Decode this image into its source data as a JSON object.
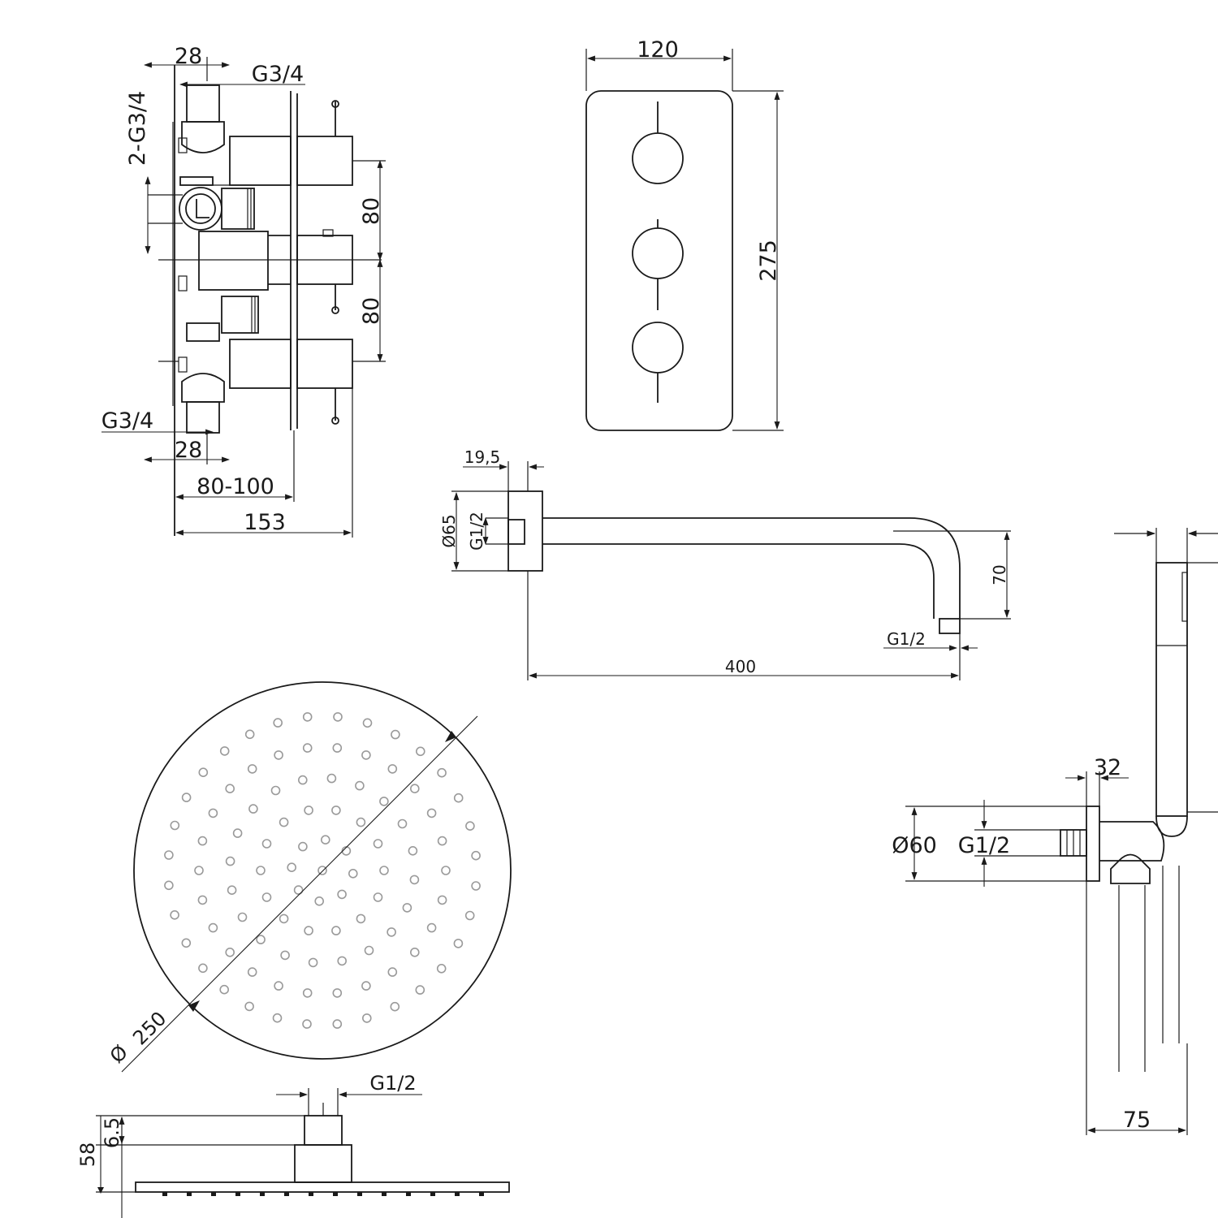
{
  "valve_side_view": {
    "top_offset": "28",
    "top_inlet_thread": "G3/4",
    "outlet_threads": "2-G3/4",
    "spacing_upper": "80",
    "spacing_lower": "80",
    "bottom_inlet_thread": "G3/4",
    "bottom_offset": "28",
    "wall_depth_range": "80-100",
    "overall_depth": "153"
  },
  "valve_faceplate": {
    "width": "120",
    "height": "275"
  },
  "shower_arm": {
    "flange_thickness": "19,5",
    "flange_diameter": "Ø65",
    "wall_thread": "G1/2",
    "drop": "70",
    "outlet_thread": "G1/2",
    "length": "400"
  },
  "shower_head": {
    "diameter_symbol": "Ø",
    "diameter": "250",
    "connection_thread": "G1/2",
    "connector_height": "6.5",
    "overall_height": "58"
  },
  "hand_shower_kit": {
    "flange_depth": "32",
    "flange_diameter": "Ø60",
    "thread": "G1/2",
    "width": "75"
  }
}
